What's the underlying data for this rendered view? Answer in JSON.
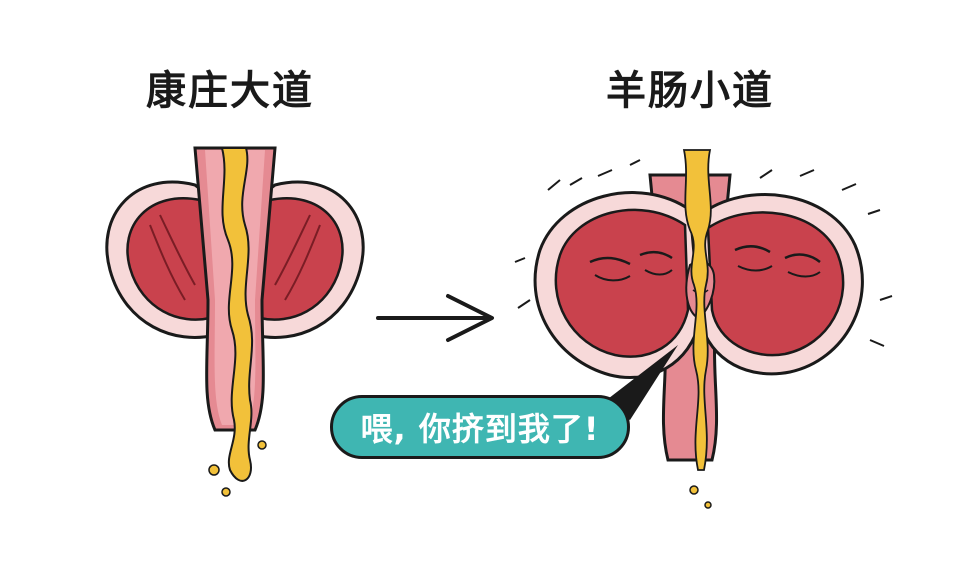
{
  "titles": {
    "left": "康庄大道",
    "right": "羊肠小道"
  },
  "speech_bubble": {
    "text": "喂, 你挤到我了!"
  },
  "colors": {
    "organ_fill": "#c9424d",
    "organ_rim": "#f2c9c9",
    "canal_fill": "#e58a92",
    "flow": "#f2c13a",
    "bubble": "#3fb6b2",
    "outline": "#1a1a1a"
  },
  "icons": {
    "arrow": "right-arrow-icon"
  }
}
